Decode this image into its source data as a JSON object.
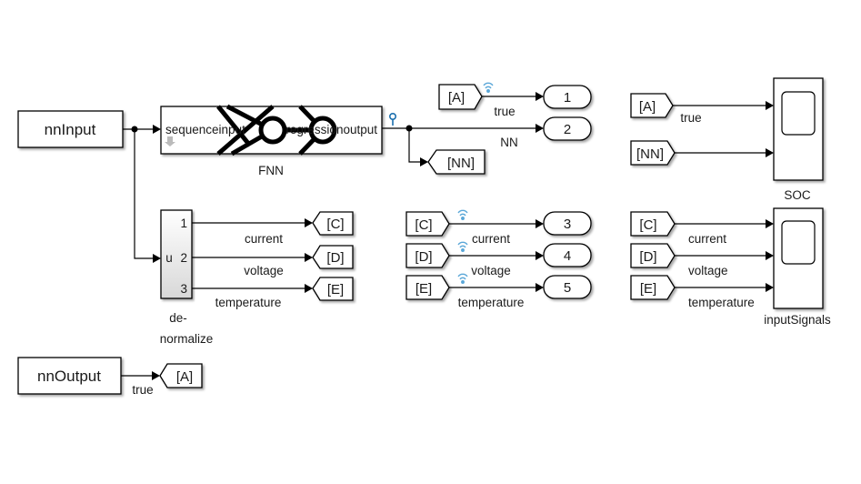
{
  "blocks": {
    "nnInput": "nnInput",
    "nnOutput": "nnOutput",
    "fnn": {
      "name": "FNN",
      "in_port": "sequenceinput",
      "out_port": "regressionoutput"
    },
    "denorm": {
      "name_line1": "de-",
      "name_line2": "normalize",
      "in_port": "u",
      "out_ports": [
        "1",
        "2",
        "3"
      ]
    },
    "scope_soc": "SOC",
    "scope_inputs": "inputSignals"
  },
  "tags": {
    "A": "[A]",
    "NN": "[NN]",
    "C": "[C]",
    "D": "[D]",
    "E": "[E]"
  },
  "outports": [
    "1",
    "2",
    "3",
    "4",
    "5"
  ],
  "signals": {
    "true": "true",
    "nn": "NN",
    "current": "current",
    "voltage": "voltage",
    "temperature": "temperature"
  },
  "colors": {
    "wireless_icon": "#5aa7d8",
    "probe_icon": "#1b6fae"
  }
}
